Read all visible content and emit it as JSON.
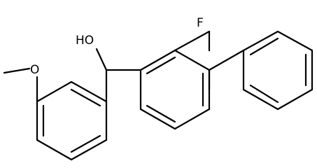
{
  "structure": {
    "atom_labels": {
      "hydroxyl": "HO",
      "fluorine": "F",
      "methoxy_oxygen": "O"
    },
    "colors": {
      "bond": "#000000",
      "label": "#000000",
      "background": "#ffffff"
    }
  }
}
